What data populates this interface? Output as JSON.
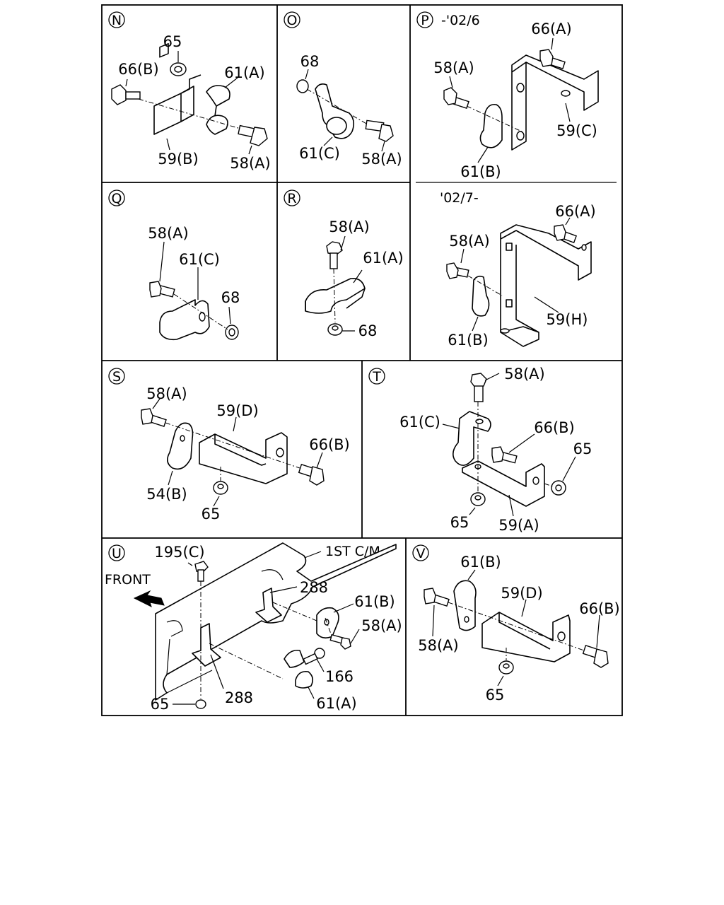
{
  "panels": {
    "N": {
      "id": "N",
      "labels": {
        "p65": "65",
        "p66b": "66(B)",
        "p61a": "61(A)",
        "p59b": "59(B)",
        "p58a": "58(A)"
      }
    },
    "O": {
      "id": "O",
      "labels": {
        "p68": "68",
        "p61c": "61(C)",
        "p58a": "58(A)"
      }
    },
    "P": {
      "id": "P",
      "note_early": "-'02/6",
      "note_late": "'02/7-",
      "labels": {
        "p66a": "66(A)",
        "p58a": "58(A)",
        "p59c": "59(C)",
        "p61b": "61(B)",
        "p66a_2": "66(A)",
        "p58a_2": "58(A)",
        "p59h": "59(H)",
        "p61b_2": "61(B)"
      }
    },
    "Q": {
      "id": "Q",
      "labels": {
        "p58a": "58(A)",
        "p61c": "61(C)",
        "p68": "68"
      }
    },
    "R": {
      "id": "R",
      "labels": {
        "p58a": "58(A)",
        "p61a": "61(A)",
        "p68": "68"
      }
    },
    "S": {
      "id": "S",
      "labels": {
        "p58a": "58(A)",
        "p59d": "59(D)",
        "p66b": "66(B)",
        "p54b": "54(B)",
        "p65": "65"
      }
    },
    "T": {
      "id": "T",
      "labels": {
        "p58a": "58(A)",
        "p61c": "61(C)",
        "p66b": "66(B)",
        "p65": "65",
        "p65_2": "65",
        "p59a": "59(A)"
      }
    },
    "U": {
      "id": "U",
      "front": "FRONT",
      "crossmember": "1ST C/M",
      "labels": {
        "p195c": "195(C)",
        "p288": "288",
        "p61b": "61(B)",
        "p58a": "58(A)",
        "p166": "166",
        "p65": "65",
        "p288_2": "288",
        "p61a": "61(A)"
      }
    },
    "V": {
      "id": "V",
      "labels": {
        "p61b": "61(B)",
        "p59d": "59(D)",
        "p66b": "66(B)",
        "p58a": "58(A)",
        "p65": "65"
      }
    }
  }
}
